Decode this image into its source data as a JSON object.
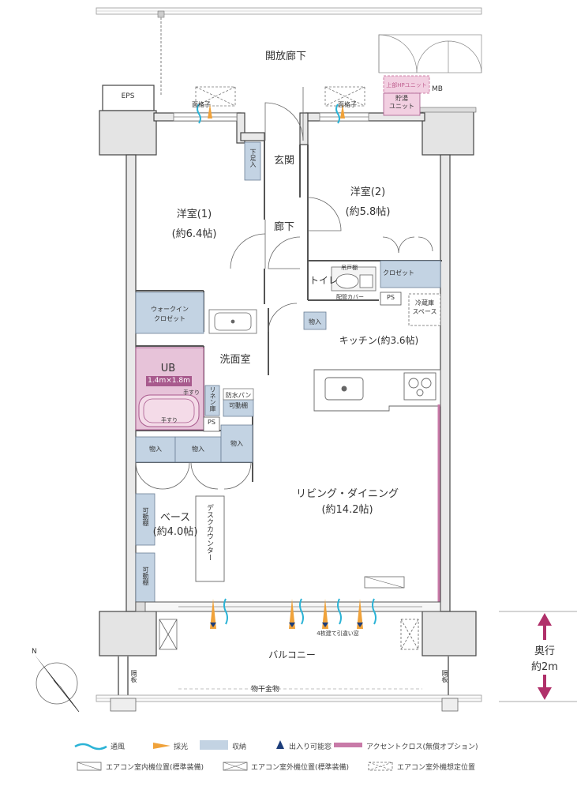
{
  "rooms": {
    "corridor": "開放廊下",
    "eps": "EPS",
    "grille_left": "面格子",
    "grille_right": "面格子",
    "mb": "MB",
    "hp_unit": "上部HPユニット",
    "hot_water": "貯湯\nユニット",
    "shoe": "下足入",
    "entrance": "玄関",
    "hallway": "廊下",
    "bedroom1_name": "洋室(1)",
    "bedroom1_size": "(約6.4帖)",
    "bedroom2_name": "洋室(2)",
    "bedroom2_size": "(約5.8帖)",
    "toilet": "トイレ",
    "cabinet": "吊戸棚",
    "pipe_cover": "配管カバー",
    "ps1": "PS",
    "closet": "クロゼット",
    "fridge": "冷蔵庫\nスペース",
    "storage_small": "物入",
    "kitchen": "キッチン(約3.6帖)",
    "walkin_l1": "ウォークイン",
    "walkin_l2": "クロゼット",
    "washroom": "洗面室",
    "ub": "UB",
    "ub_size": "1.4m×1.8m",
    "handrail1": "手すり",
    "handrail2": "手すり",
    "linen": "リネン庫",
    "waterpan": "防水パン",
    "movable_shelf_w": "可動棚",
    "ps2": "PS",
    "storage1": "物入",
    "storage2": "物入",
    "storage3": "物入",
    "living_name": "リビング・ダイニング",
    "living_size": "(約14.2帖)",
    "base_name": "ベース",
    "base_size": "(約4.0帖)",
    "desk": "デスクカウンター",
    "shelf1": "可動棚",
    "shelf2": "可動棚",
    "window": "4枚建て引違い窓",
    "balcony": "バルコニー",
    "partition_l": "隔板",
    "partition_r": "隔板",
    "drying": "物干金物",
    "depth_l1": "奥行",
    "depth_l2": "約2m",
    "north": "N"
  },
  "legend": {
    "ventilation": "通風",
    "daylight": "採光",
    "storage": "収納",
    "access": "出入り可能窓",
    "accent": "アクセントクロス(無償オプション)",
    "ac_indoor": "エアコン室内機位置(標準装備)",
    "ac_outdoor": "エアコン室外機位置(標準装備)",
    "ac_outdoor_est": "エアコン室外機想定位置"
  },
  "colors": {
    "wall_fill": "#eaeaea",
    "wall_line": "#444444",
    "storage": "#c3d3e3",
    "bath": "#e7c3d9",
    "bath_line": "#a85a8d",
    "accent": "#c87aa8",
    "ventilation": "#2bb3d6",
    "daylight": "#f0a23a",
    "access": "#1c3d7a",
    "depth_arrow": "#b0306a",
    "hp_fill": "#f2cfe1"
  }
}
